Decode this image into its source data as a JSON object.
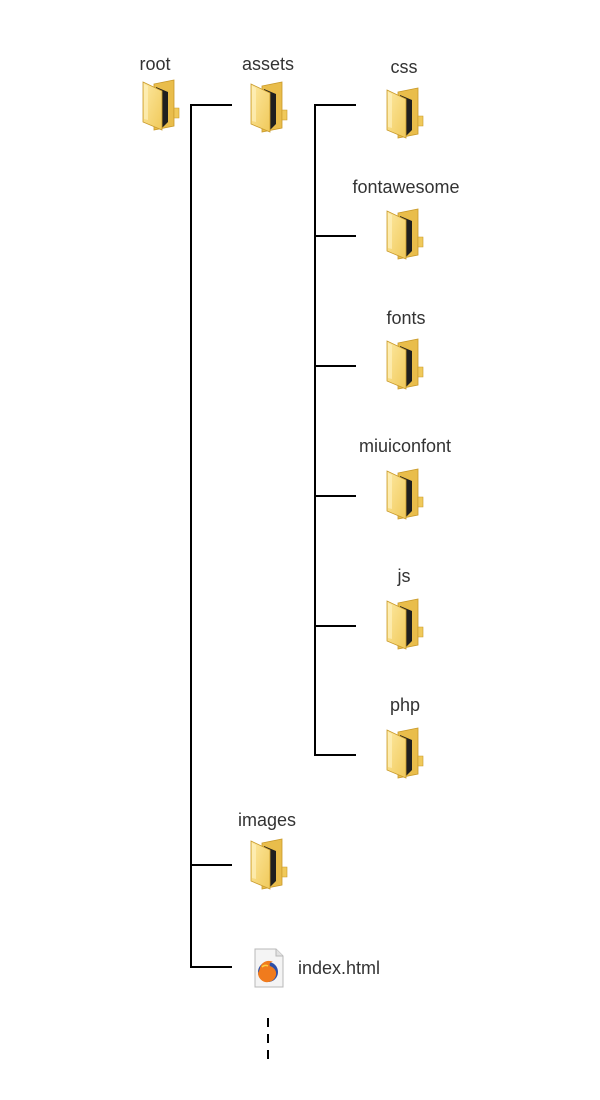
{
  "tree": {
    "root": {
      "name": "root",
      "icon": "folder-icon"
    },
    "assets": {
      "name": "assets",
      "icon": "folder-icon",
      "children": [
        {
          "name": "css",
          "icon": "folder-icon"
        },
        {
          "name": "fontawesome",
          "icon": "folder-icon"
        },
        {
          "name": "fonts",
          "icon": "folder-icon"
        },
        {
          "name": "miuiconfont",
          "icon": "folder-icon"
        },
        {
          "name": "js",
          "icon": "folder-icon"
        },
        {
          "name": "php",
          "icon": "folder-icon"
        }
      ]
    },
    "images": {
      "name": "images",
      "icon": "folder-icon"
    },
    "index": {
      "name": "index.html",
      "icon": "firefox-html-file-icon"
    }
  },
  "colors": {
    "folder_fill": "#f9d977",
    "folder_back": "#e9b83f",
    "folder_shadow": "#2b2b2b",
    "line": "#000000"
  }
}
